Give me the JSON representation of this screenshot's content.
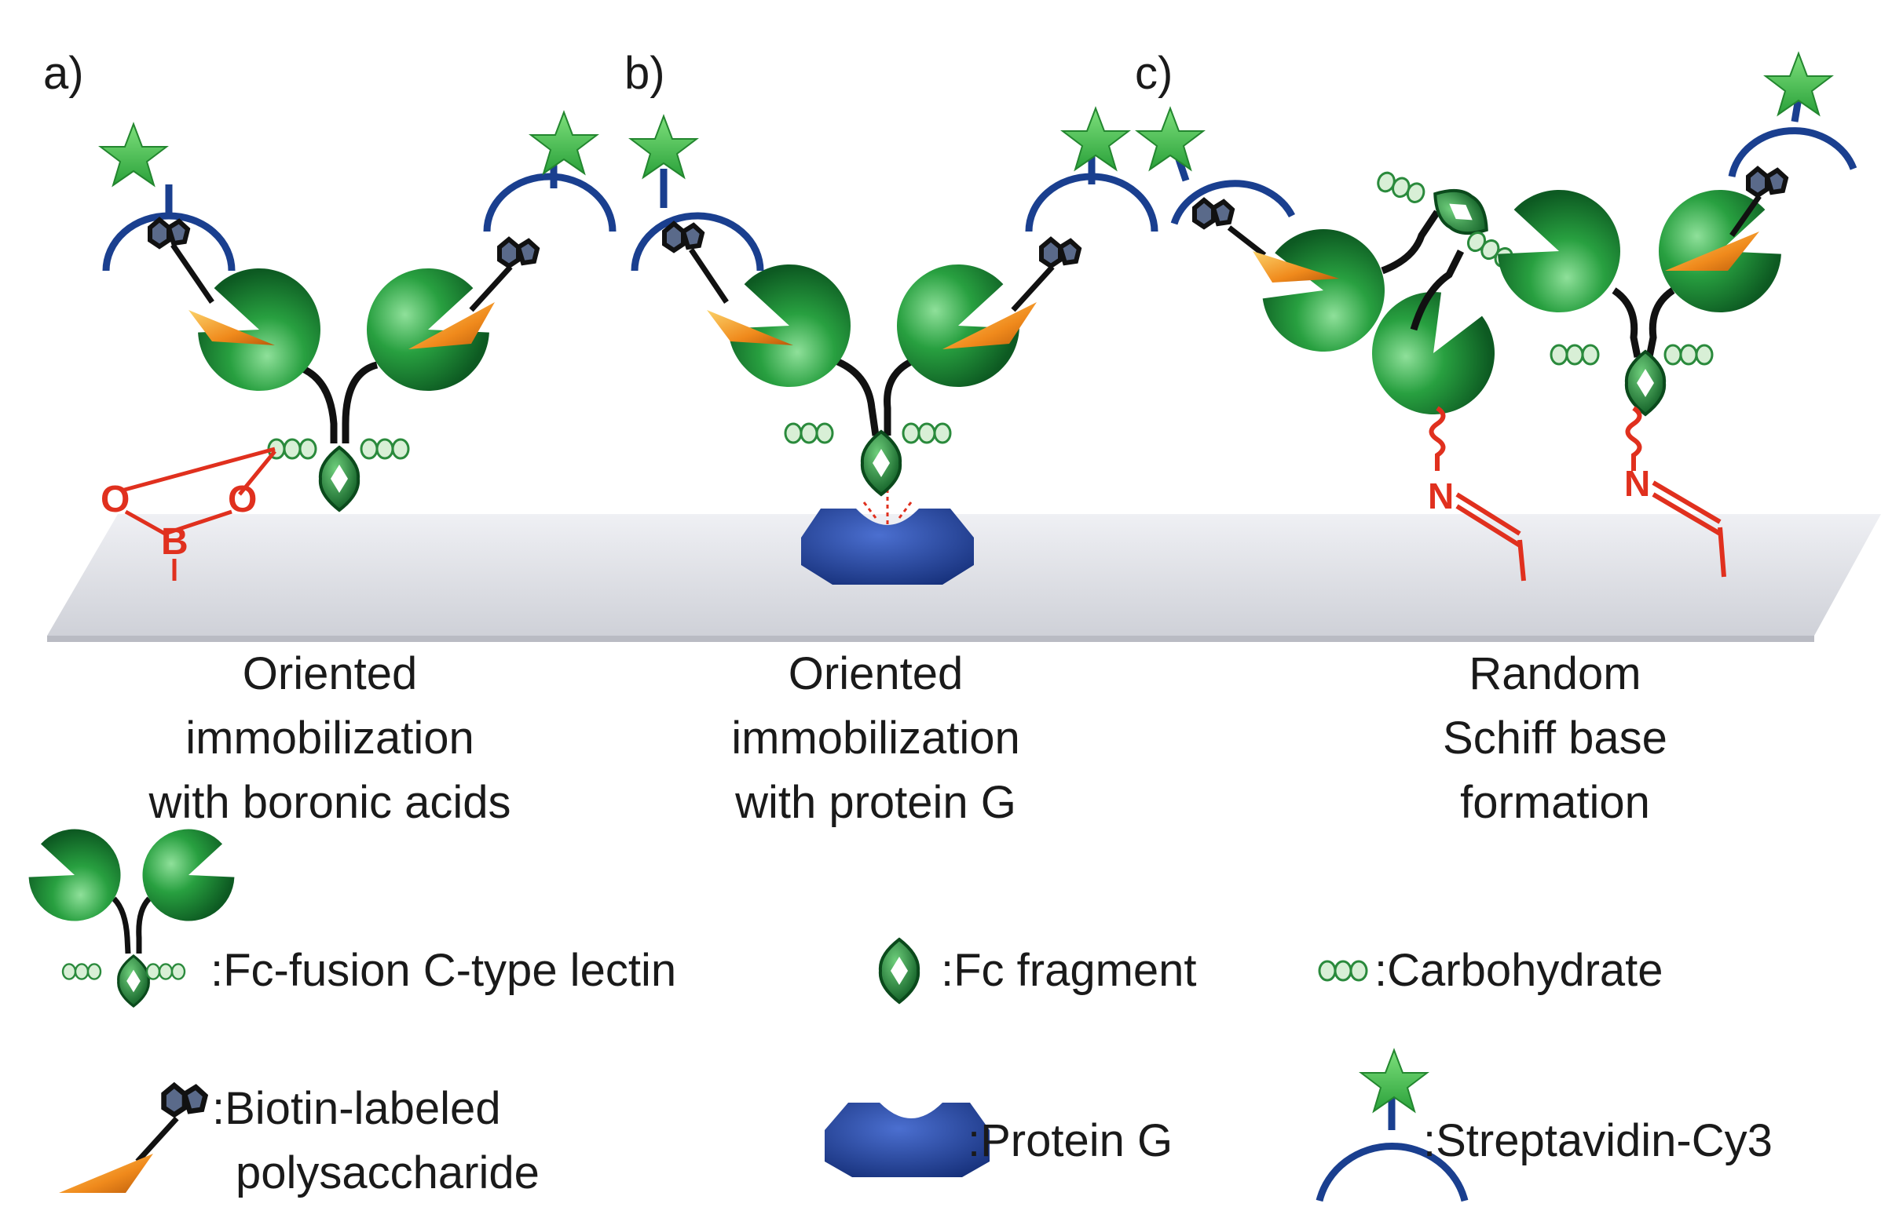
{
  "panels": [
    {
      "label": "a)",
      "caption": [
        "Oriented",
        "immobilization",
        "with boronic acids"
      ]
    },
    {
      "label": "b)",
      "caption": [
        "Oriented",
        "immobilization",
        "with protein G"
      ]
    },
    {
      "label": "c)",
      "caption": [
        "Random",
        "Schiff base",
        "formation"
      ]
    }
  ],
  "chem_labels": {
    "oxygen": "O",
    "boron": "B",
    "nitrogen": "N"
  },
  "legend": {
    "fc_fusion": ":Fc-fusion C-type lectin",
    "fc_fragment": ":Fc fragment",
    "carbohydrate": ":Carbohydrate",
    "biotin": [
      ":Biotin-labeled",
      "polysaccharide"
    ],
    "protein_g": ":Protein G",
    "streptavidin": ":Streptavidin-Cy3"
  },
  "colors": {
    "lectin_green": "#1f8a3a",
    "star_green": "#46c24b",
    "surface_gray": "#dcdde3",
    "protein_g_blue": "#1f3f9a",
    "streptavidin_blue": "#1a3f8f",
    "chem_red": "#e0301e",
    "triangle_orange": "#f08a1c"
  }
}
